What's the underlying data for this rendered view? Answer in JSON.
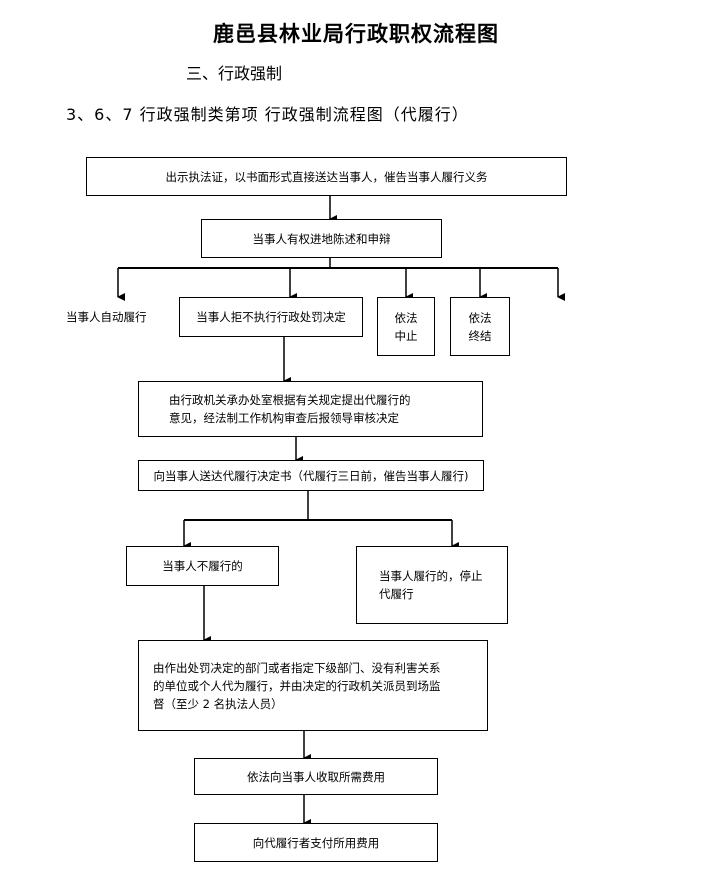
{
  "doc": {
    "title": "鹿邑县林业局行政职权流程图",
    "section": "三、行政强制",
    "subtitle": "3、6、7 行政强制类第项 行政强制流程图（代履行）"
  },
  "flow": {
    "step1": "出示执法证，以书面形式直接送达当事人，催告当事人履行义务",
    "step2": "当事人有权进地陈述和申辩",
    "branch_auto": "当事人自动履行",
    "branch_refuse": "当事人拒不执行行政处罚决定",
    "branch_suspend_1": "依法",
    "branch_suspend_2": "中止",
    "branch_end_1": "依法",
    "branch_end_2": "终结",
    "step3_line1": "由行政机关承办处室根据有关规定提出代履行的",
    "step3_line2": "意见，经法制工作机构审查后报领导审核决定",
    "step4": "向当事人送达代履行决定书（代履行三日前，催告当事人履行)",
    "not_perform": "当事人不履行的",
    "perform_line1": "当事人履行的，停止",
    "perform_line2": "代履行",
    "step5_line1": "由作出处罚决定的部门或者指定下级部门、没有利害关系",
    "step5_line2": "的单位或个人代为履行，并由决定的行政机关派员到场监",
    "step5_line3": "督（至少 2 名执法人员）",
    "step6": "依法向当事人收取所需费用",
    "step7": "向代履行者支付所用费用"
  }
}
